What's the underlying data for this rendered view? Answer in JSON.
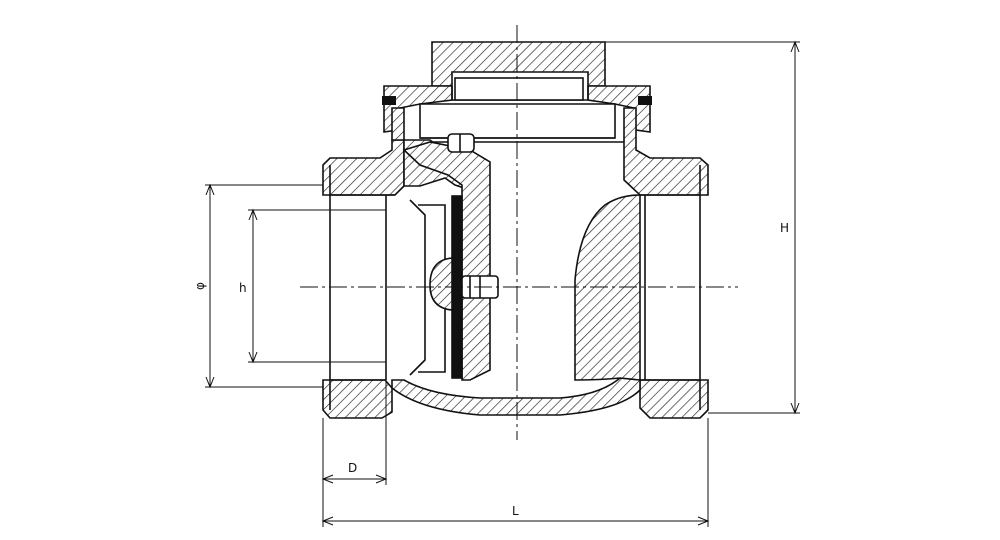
{
  "dimensions": {
    "L": "L",
    "H": "H",
    "D": "D",
    "h": "h",
    "phi": "φ"
  },
  "colors": {
    "line": "#111111",
    "hatch": "#222222",
    "seal": "#111111",
    "background": "#ffffff"
  }
}
